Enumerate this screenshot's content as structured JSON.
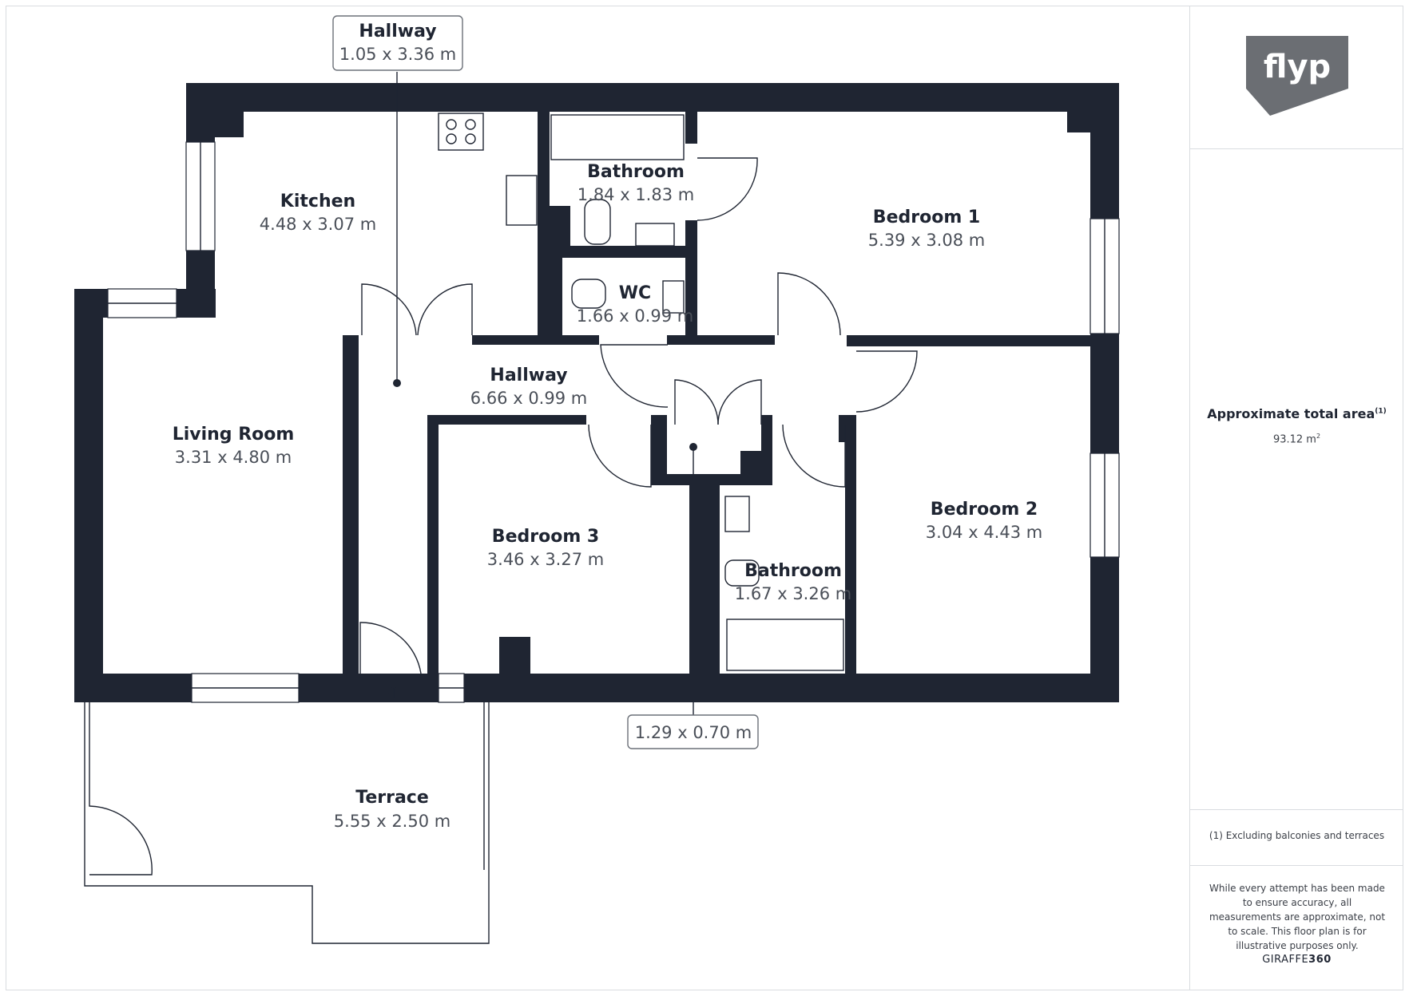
{
  "rooms": {
    "hallway_top": {
      "name": "Hallway",
      "dims": "1.05 x 3.36 m"
    },
    "kitchen": {
      "name": "Kitchen",
      "dims": "4.48 x 3.07 m"
    },
    "bathroom_top": {
      "name": "Bathroom",
      "dims": "1.84 x 1.83 m"
    },
    "bedroom1": {
      "name": "Bedroom 1",
      "dims": "5.39 x 3.08 m"
    },
    "wc": {
      "name": "WC",
      "dims": "1.66 x 0.99 m"
    },
    "hallway_mid": {
      "name": "Hallway",
      "dims": "6.66 x 0.99 m"
    },
    "living_room": {
      "name": "Living Room",
      "dims": "3.31 x 4.80 m"
    },
    "bedroom3": {
      "name": "Bedroom 3",
      "dims": "3.46 x 3.27 m"
    },
    "bathroom_low": {
      "name": "Bathroom",
      "dims": "1.67 x 3.26 m"
    },
    "bedroom2": {
      "name": "Bedroom 2",
      "dims": "3.04 x 4.43 m"
    },
    "cupboard": {
      "dims": "1.29 x 0.70 m"
    },
    "terrace": {
      "name": "Terrace",
      "dims": "5.55 x 2.50 m"
    }
  },
  "sidebar": {
    "logo_text": "flyp",
    "area_title": "Approximate total area",
    "area_title_note": "(1)",
    "area_value": "93.12 m",
    "area_unit_sup": "2",
    "footnote": "(1) Excluding balconies and terraces",
    "disclaimer": "While every attempt has been made to ensure accuracy, all measurements are approximate, not to scale. This floor plan is for illustrative purposes only.",
    "brand_prefix": "GIRAFFE",
    "brand_suffix": "360"
  },
  "colors": {
    "wall": "#1f2532",
    "logo_bg": "#6b6e73",
    "frame": "#d9dce0"
  }
}
